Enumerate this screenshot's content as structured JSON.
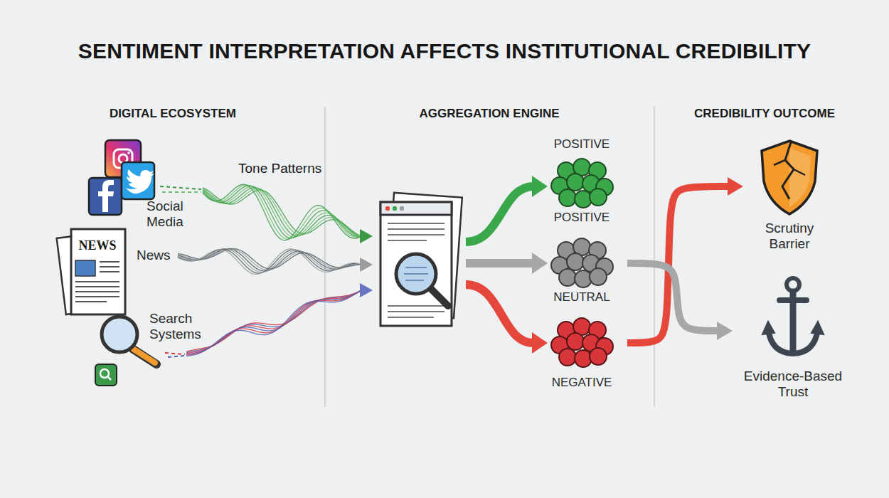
{
  "diagram": {
    "title": "SENTIMENT INTERPRETATION AFFECTS INSTITUTIONAL CREDIBILITY",
    "nodes": [
      {
        "text": [
          "Social Media"
        ]
      },
      {
        "text": [
          "News"
        ]
      },
      {
        "text": [
          "Search Systems"
        ]
      },
      {
        "text": [
          "POSITIVE",
          "POSITIVE"
        ]
      },
      {
        "text": [
          "NEUTRAL"
        ]
      },
      {
        "text": [
          "NEGATIVE"
        ]
      },
      {
        "text": [
          "Scrutiny Barrier"
        ]
      },
      {
        "text": [
          "Evidence-Based Trust"
        ]
      }
    ],
    "edges": [
      {
        "from": 5,
        "to": 6,
        "arrow": "to"
      },
      {
        "from": 4,
        "to": 7,
        "arrow": "to"
      }
    ],
    "labels": [
      "DIGITAL ECOSYSTEM",
      "AGGREGATION ENGINE",
      "CREDIBILITY OUTCOME",
      "Tone Patterns",
      "NEWS"
    ]
  }
}
